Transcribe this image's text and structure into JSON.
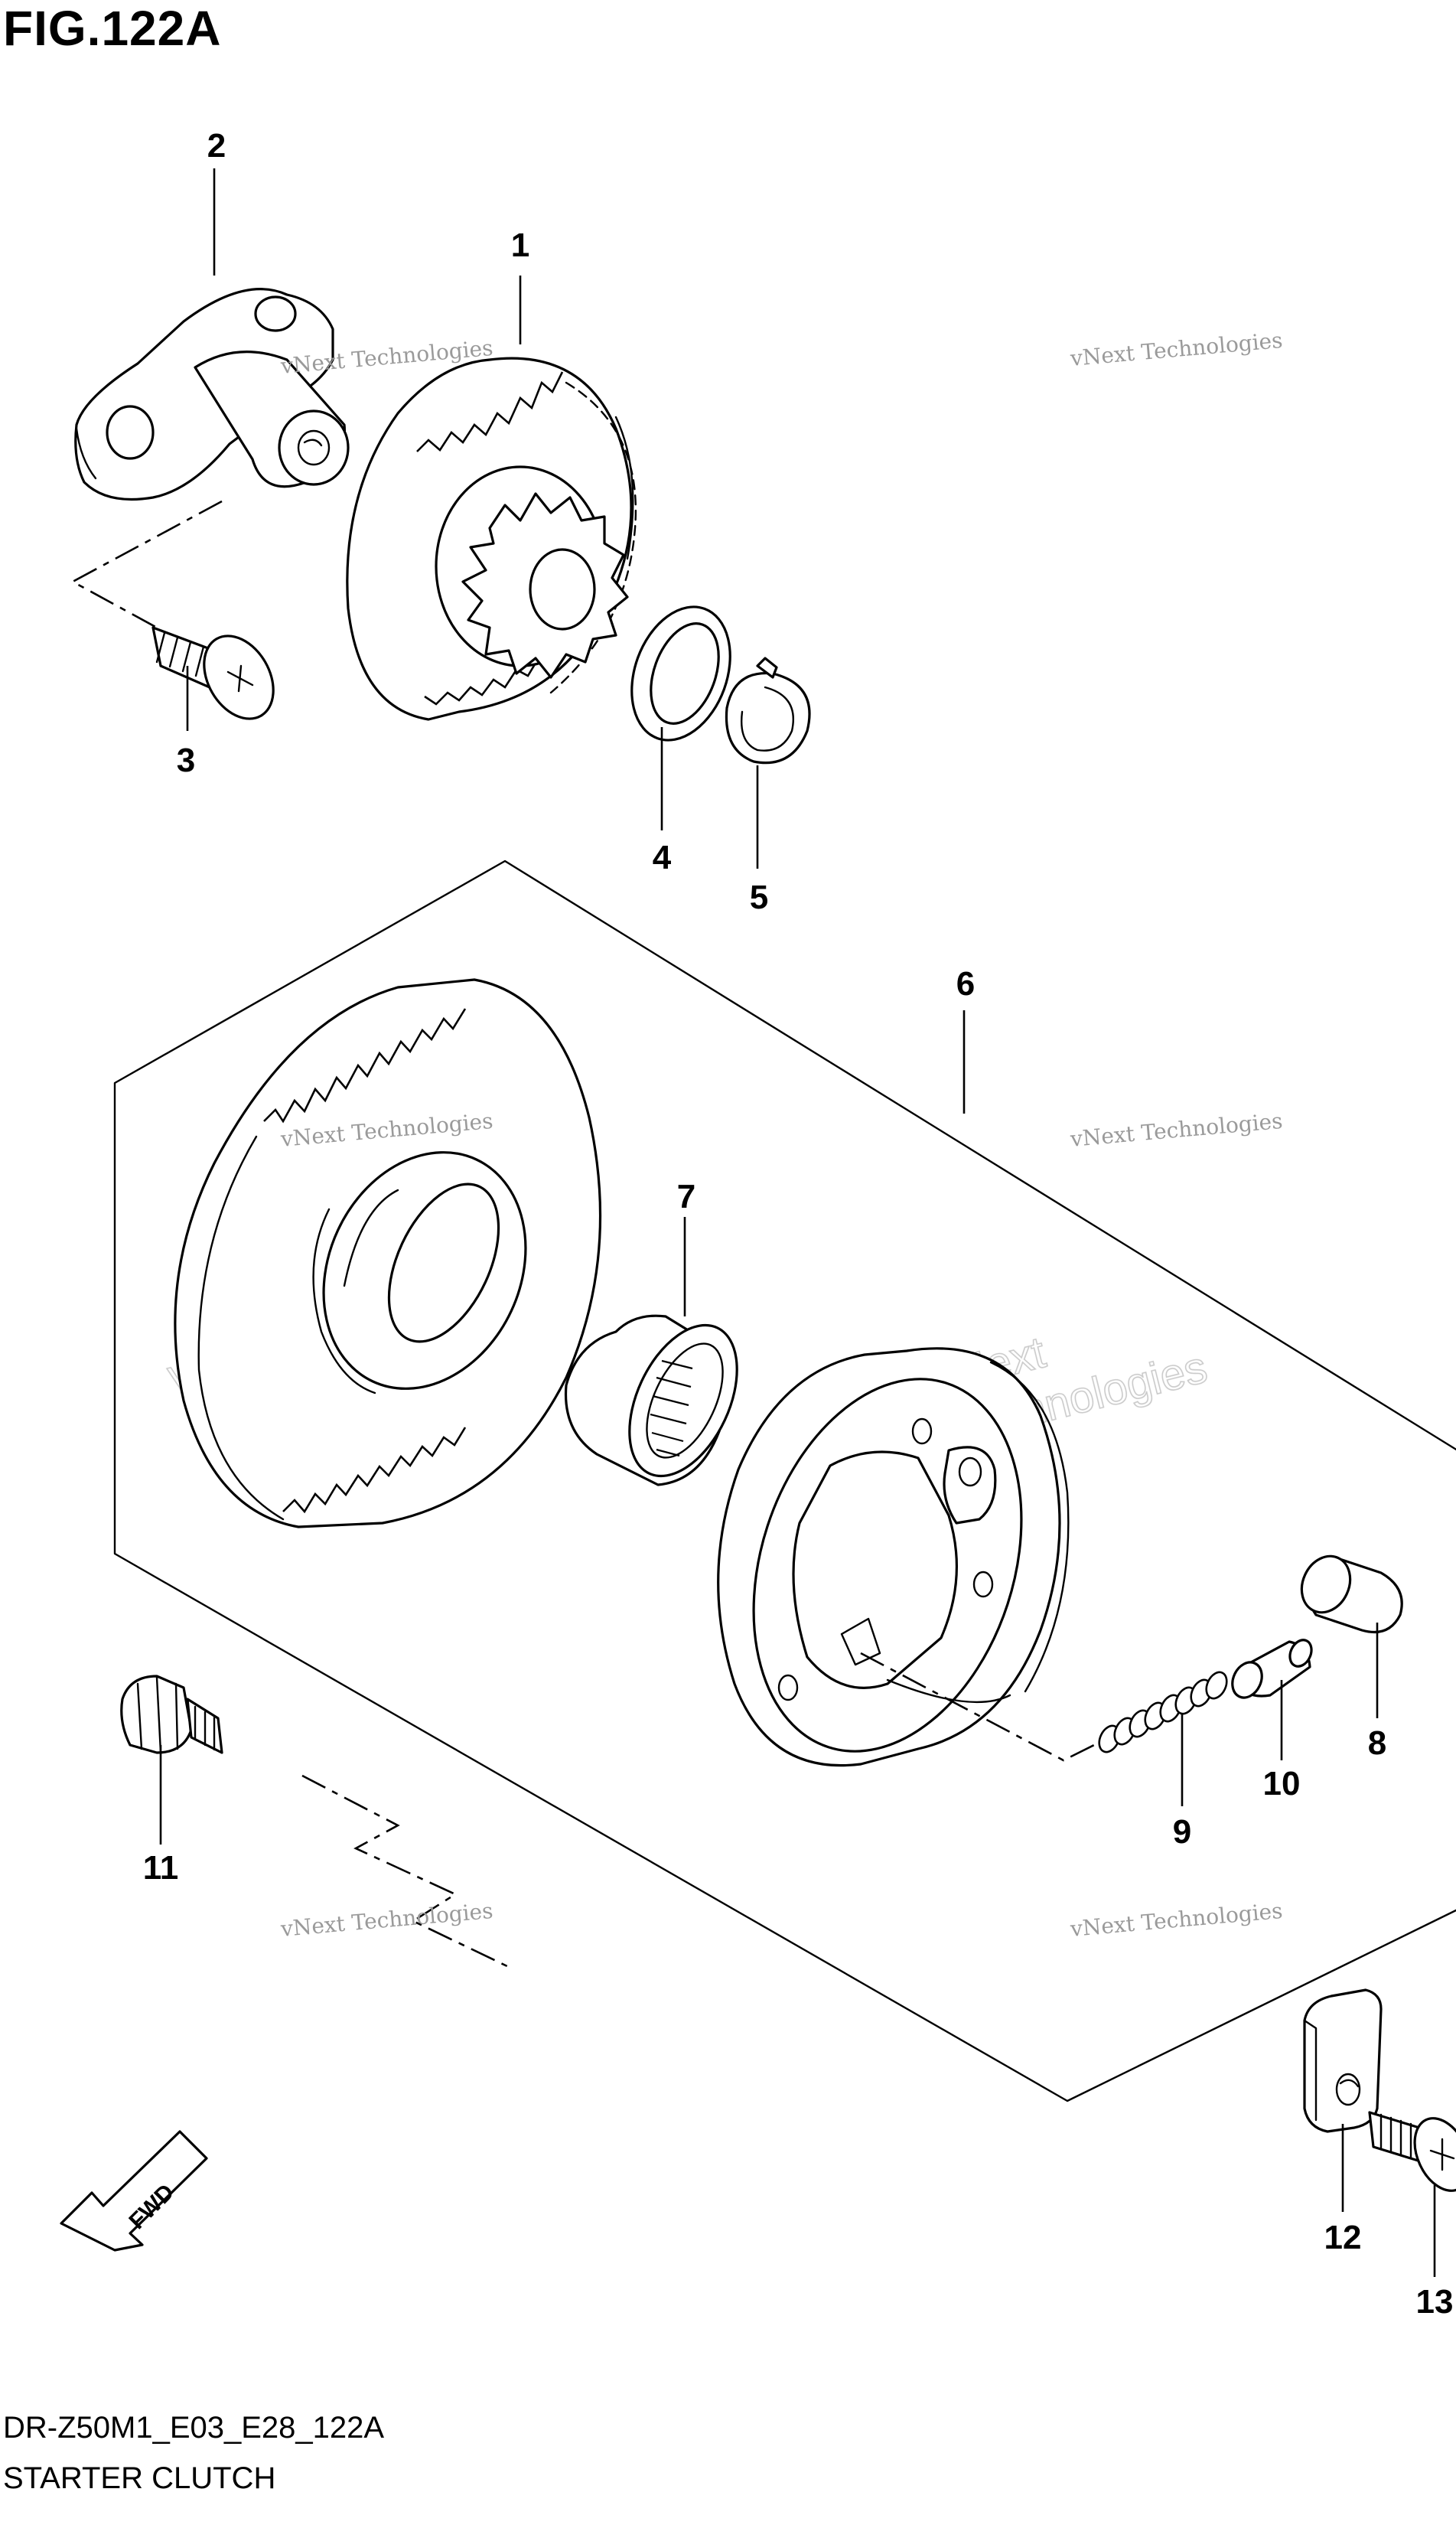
{
  "figure": {
    "title": "FIG.122A",
    "model_code": "DR-Z50M1_E03_E28_122A",
    "diagram_name": "STARTER CLUTCH",
    "fwd_label": "FWD"
  },
  "watermark": {
    "line1": "vNext Technologies",
    "line2": "vNext",
    "line3": "Technologies"
  },
  "callouts": [
    "1",
    "2",
    "3",
    "4",
    "5",
    "6",
    "7",
    "8",
    "9",
    "10",
    "11",
    "12",
    "13"
  ],
  "parts": [
    {
      "ref": "1",
      "name": "starter-driven-gear",
      "icon": "gear-icon"
    },
    {
      "ref": "2",
      "name": "shaft-holder",
      "icon": "shaft-holder-icon"
    },
    {
      "ref": "3",
      "name": "screw",
      "icon": "screw-icon"
    },
    {
      "ref": "4",
      "name": "washer",
      "icon": "washer-icon"
    },
    {
      "ref": "5",
      "name": "circlip",
      "icon": "circlip-icon"
    },
    {
      "ref": "6",
      "name": "starter-clutch-assembly",
      "icon": "assembly-outline-icon"
    },
    {
      "ref": "7",
      "name": "needle-bearing",
      "icon": "bearing-icon"
    },
    {
      "ref": "8",
      "name": "roller",
      "icon": "roller-icon"
    },
    {
      "ref": "9",
      "name": "spring",
      "icon": "spring-icon"
    },
    {
      "ref": "10",
      "name": "cap",
      "icon": "cap-icon"
    },
    {
      "ref": "11",
      "name": "bolt",
      "icon": "bolt-icon"
    },
    {
      "ref": "12",
      "name": "bracket",
      "icon": "bracket-icon"
    },
    {
      "ref": "13",
      "name": "screw",
      "icon": "screw-icon"
    }
  ]
}
